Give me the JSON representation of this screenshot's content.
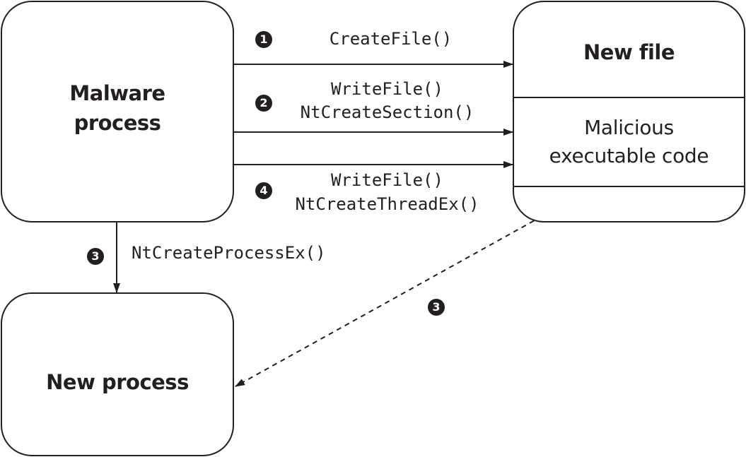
{
  "boxes": {
    "malware_process": "Malware process",
    "new_file": "New file",
    "malicious_code": "Malicious executable code",
    "new_process": "New process"
  },
  "steps": {
    "step1": {
      "badge": "1",
      "calls": [
        "CreateFile()"
      ]
    },
    "step2": {
      "badge": "2",
      "calls": [
        "WriteFile()",
        "NtCreateSection()"
      ]
    },
    "step3_process": {
      "badge": "3",
      "calls": [
        "NtCreateProcessEx()"
      ]
    },
    "step3_code": {
      "badge": "3"
    },
    "step4": {
      "badge": "4",
      "calls": [
        "WriteFile()",
        "NtCreateThreadEx()"
      ]
    }
  },
  "colors": {
    "ink": "#231f20",
    "background": "#ffffff"
  }
}
